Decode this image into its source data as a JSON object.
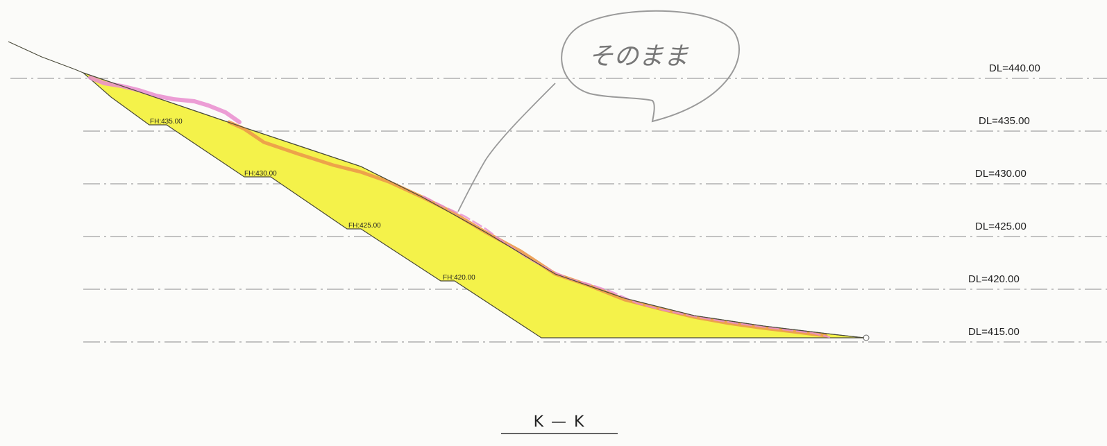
{
  "datum_lines": [
    {
      "label": "DL=440.00",
      "elevation": 440
    },
    {
      "label": "DL=435.00",
      "elevation": 435
    },
    {
      "label": "DL=430.00",
      "elevation": 430
    },
    {
      "label": "DL=425.00",
      "elevation": 425
    },
    {
      "label": "DL=420.00",
      "elevation": 420
    },
    {
      "label": "DL=415.00",
      "elevation": 415
    }
  ],
  "formation_levels": [
    {
      "label": "FH:435.00",
      "elevation": 435
    },
    {
      "label": "FH:430.00",
      "elevation": 430
    },
    {
      "label": "FH:425.00",
      "elevation": 425
    },
    {
      "label": "FH:420.00",
      "elevation": 420
    }
  ],
  "note": {
    "text": "そのまま"
  },
  "section": {
    "label": "K — K"
  },
  "colors": {
    "cut_fill": "#f4f24a",
    "surface_orange": "#ec9a4a",
    "surface_pink": "#e98ccf",
    "line": "#4a4a3a",
    "datum_line": "#8a8a8a",
    "note_stroke": "#9a9a9a"
  }
}
